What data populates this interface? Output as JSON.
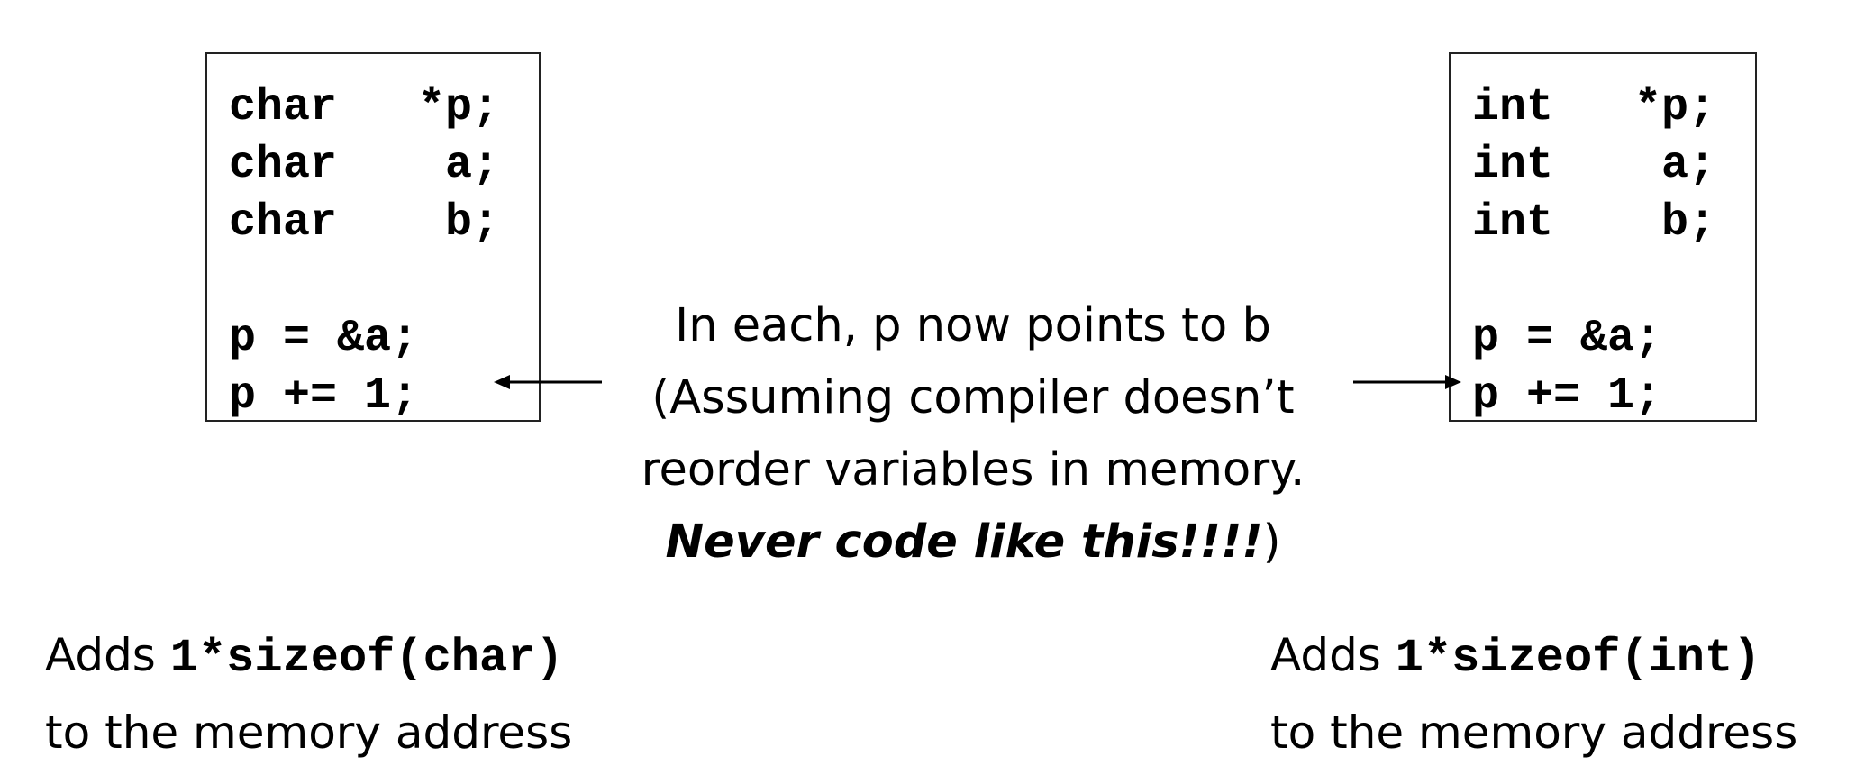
{
  "left_code": {
    "lines": [
      "char   *p;",
      "char    a;",
      "char    b;",
      "",
      "p = &a;",
      "p += 1;"
    ]
  },
  "right_code": {
    "lines": [
      "int   *p;",
      "int    a;",
      "int    b;",
      "",
      "p = &a;",
      "p += 1;"
    ]
  },
  "center_note": {
    "line1": "In each, p now points to b",
    "line2": "(Assuming compiler doesn’t",
    "line3": "reorder variables in memory.",
    "warning": "Never code like this!!!!",
    "closing": ")"
  },
  "bottom_left": {
    "prefix": "Adds ",
    "code": "1*sizeof(char)",
    "line2": "to the memory address"
  },
  "bottom_right": {
    "prefix": "Adds ",
    "code": "1*sizeof(int)",
    "line2": "to the memory address"
  }
}
